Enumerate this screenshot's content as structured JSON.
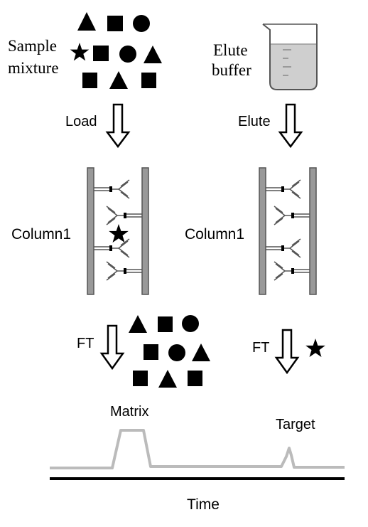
{
  "sample": {
    "line1": "Sample",
    "line2": "mixture"
  },
  "buffer": {
    "line1": "Elute",
    "line2": "buffer"
  },
  "steps": {
    "load": "Load",
    "elute": "Elute"
  },
  "columns": {
    "left": "Column1",
    "right": "Column1"
  },
  "flow_through": {
    "left": "FT",
    "right": "FT"
  },
  "chromatogram": {
    "peak1": "Matrix",
    "peak2": "Target",
    "axis": "Time"
  },
  "colors": {
    "shapes": "#000000",
    "column_wall": "#999999",
    "trace": "#bbbbbb",
    "liquid": "#cfcfcf"
  }
}
